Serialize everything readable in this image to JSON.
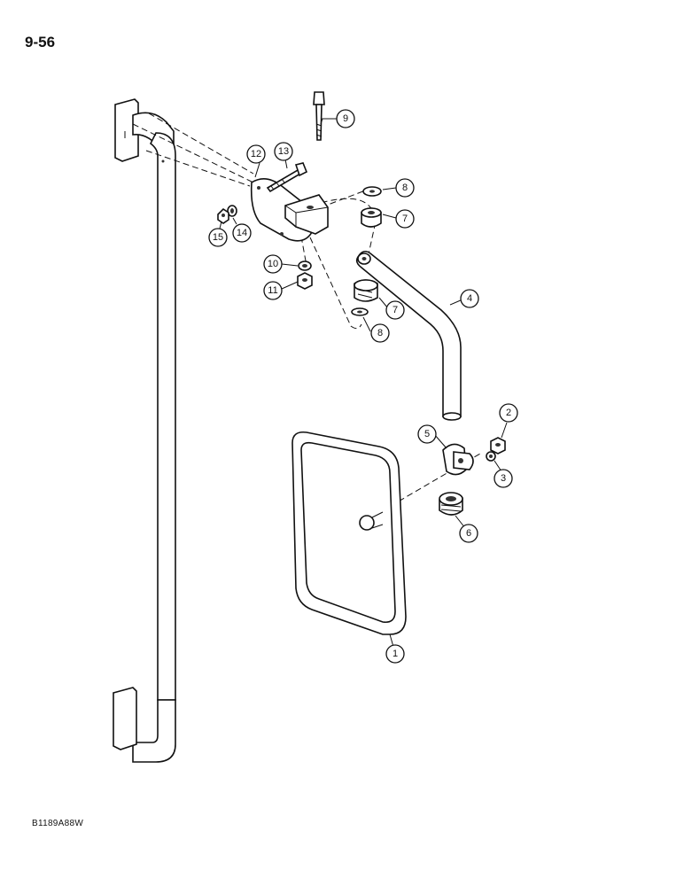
{
  "page_number": "9-56",
  "figure_code": "B1189A88W",
  "callouts": [
    {
      "label": "1",
      "part": "mirror"
    },
    {
      "label": "2",
      "part": "nut"
    },
    {
      "label": "3",
      "part": "lock washer"
    },
    {
      "label": "4",
      "part": "mirror arm"
    },
    {
      "label": "5",
      "part": "clamp"
    },
    {
      "label": "6",
      "part": "grommet"
    },
    {
      "label": "7",
      "part": "bushing"
    },
    {
      "label": "7",
      "part": "bushing"
    },
    {
      "label": "8",
      "part": "washer"
    },
    {
      "label": "8",
      "part": "washer"
    },
    {
      "label": "9",
      "part": "bolt"
    },
    {
      "label": "10",
      "part": "lock washer"
    },
    {
      "label": "11",
      "part": "nut"
    },
    {
      "label": "12",
      "part": "bracket"
    },
    {
      "label": "13",
      "part": "bolt"
    },
    {
      "label": "14",
      "part": "lock washer"
    },
    {
      "label": "15",
      "part": "nut"
    }
  ]
}
